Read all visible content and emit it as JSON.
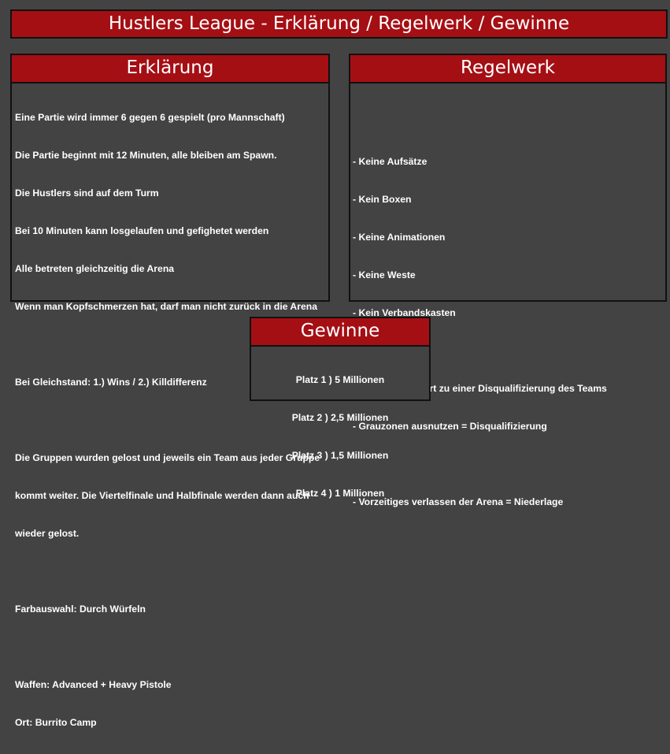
{
  "title": "Hustlers League - Erklärung / Regelwerk / Gewinne",
  "erklaerung": {
    "heading": "Erklärung",
    "lines": [
      "Eine Partie wird immer 6 gegen 6 gespielt (pro Mannschaft)",
      "Die Partie beginnt mit 12 Minuten, alle bleiben am Spawn.",
      "Die Hustlers sind auf dem Turm",
      "Bei 10 Minuten kann losgelaufen und gefighetet werden",
      "Alle betreten gleichzeitig die Arena",
      "Wenn man Kopfschmerzen hat, darf man nicht zurück in die Arena",
      "",
      "Bei Gleichstand: 1.) Wins / 2.) Killdifferenz",
      "",
      "Die Gruppen wurden gelost und jeweils ein Team aus jeder Gruppe",
      "kommt weiter. Die Viertelfinale und Halbfinale werden dann auch",
      "wieder gelost.",
      "",
      "Farbauswahl: Durch Würfeln",
      "",
      "Waffen: Advanced + Heavy Pistole",
      "Ort: Burrito Camp"
    ]
  },
  "regelwerk": {
    "heading": "Regelwerk",
    "lines": [
      "- Keine Aufsätze",
      "- Kein Boxen",
      "- Keine Animationen",
      "- Keine Weste",
      "- Kein Verbandskasten",
      "",
      "- Trashtalken führt zu einer Disqualifizierung des Teams",
      "- Grauzonen ausnutzen = Disqualifizierung",
      "",
      "- Vorzeitiges verlassen der Arena = Niederlage"
    ]
  },
  "gewinne": {
    "heading": "Gewinne",
    "lines": [
      "Platz 1 ) 5 Millionen",
      "Platz 2 ) 2,5 Millionen",
      "Platz 3 ) 1,5 Millionen",
      "Platz 4 ) 1 Millionen"
    ]
  },
  "colors": {
    "background": "#434343",
    "header_red": "#a40f14",
    "border": "#111111",
    "text": "#ffffff"
  }
}
